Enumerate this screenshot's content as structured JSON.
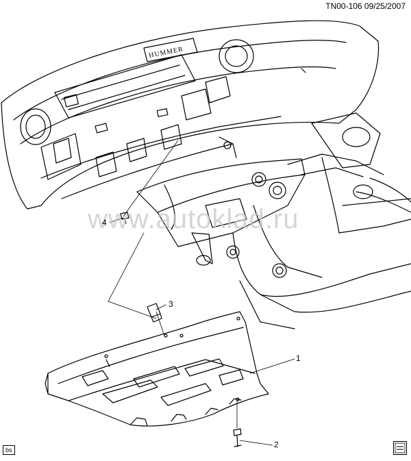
{
  "header": {
    "code": "TN00-106  09/25/2007"
  },
  "bumper": {
    "brand_text": "HUMMER"
  },
  "watermark": {
    "text": "www.autoklad.ru"
  },
  "callouts": [
    {
      "label": "1"
    },
    {
      "label": "2"
    },
    {
      "label": "3"
    },
    {
      "label": "4"
    }
  ],
  "footer": {
    "left_tag": "bs",
    "logo_icon": "gm-parts-logo-icon"
  }
}
